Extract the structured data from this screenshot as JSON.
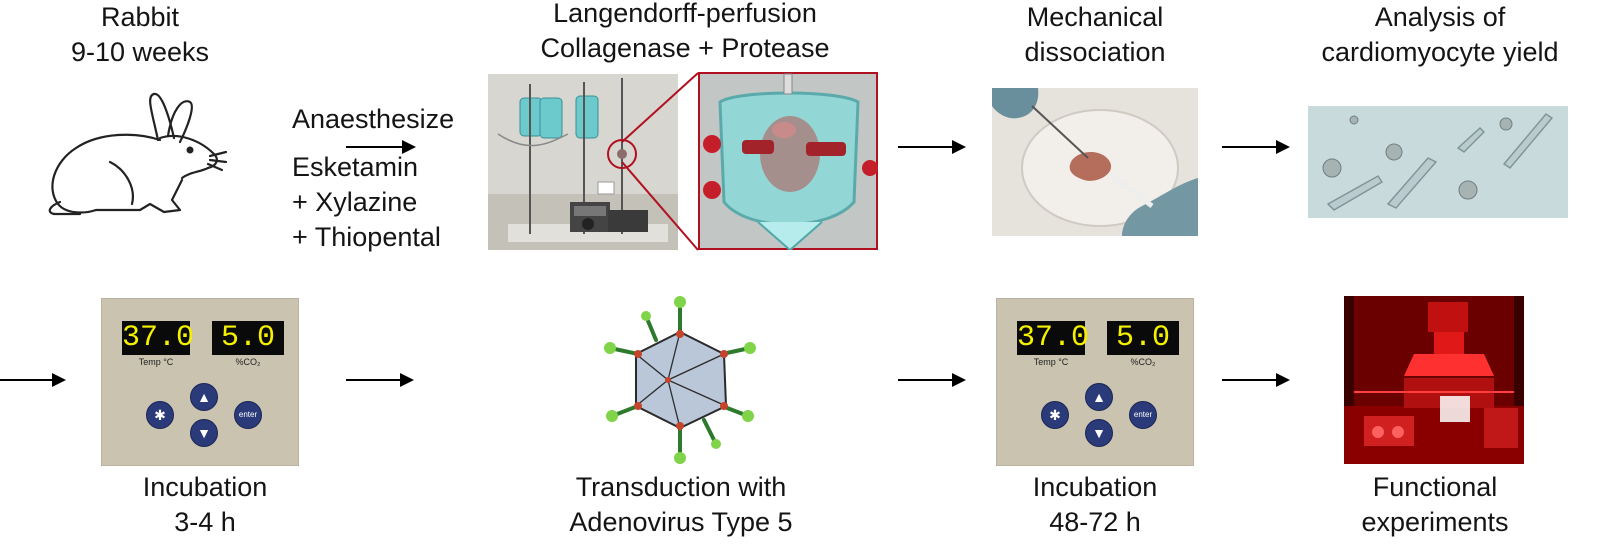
{
  "top_row": {
    "rabbit": {
      "line1": "Rabbit",
      "line2": "9-10 weeks"
    },
    "anaesthesia": {
      "action": "Anaesthesize",
      "drug1": "Esketamin",
      "drug2": "+ Xylazine",
      "drug3": "+ Thiopental"
    },
    "perfusion": {
      "line1": "Langendorff-perfusion",
      "line2": "Collagenase + Protease"
    },
    "dissociation": {
      "line1": "Mechanical",
      "line2": "dissociation"
    },
    "analysis": {
      "line1": "Analysis of",
      "line2": "cardiomyocyte yield"
    }
  },
  "bottom_row": {
    "incubation1": {
      "line1": "Incubation",
      "line2": "3-4 h"
    },
    "transduction": {
      "line1": "Transduction with",
      "line2": "Adenovirus Type 5"
    },
    "incubation2": {
      "line1": "Incubation",
      "line2": "48-72 h"
    },
    "functional": {
      "line1": "Functional",
      "line2": "experiments"
    }
  },
  "incubator": {
    "temp_value": "37.0",
    "temp_label": "Temp °C",
    "co2_value": "5.0",
    "co2_label": "%CO₂",
    "star_button": "✱",
    "up_button": "▲",
    "down_button": "▼",
    "enter_button": "enter"
  },
  "colors": {
    "panel": "#c9c3af",
    "display_text": "#f4f000",
    "button": "#2b3a78",
    "highlight_red": "#b01020"
  }
}
